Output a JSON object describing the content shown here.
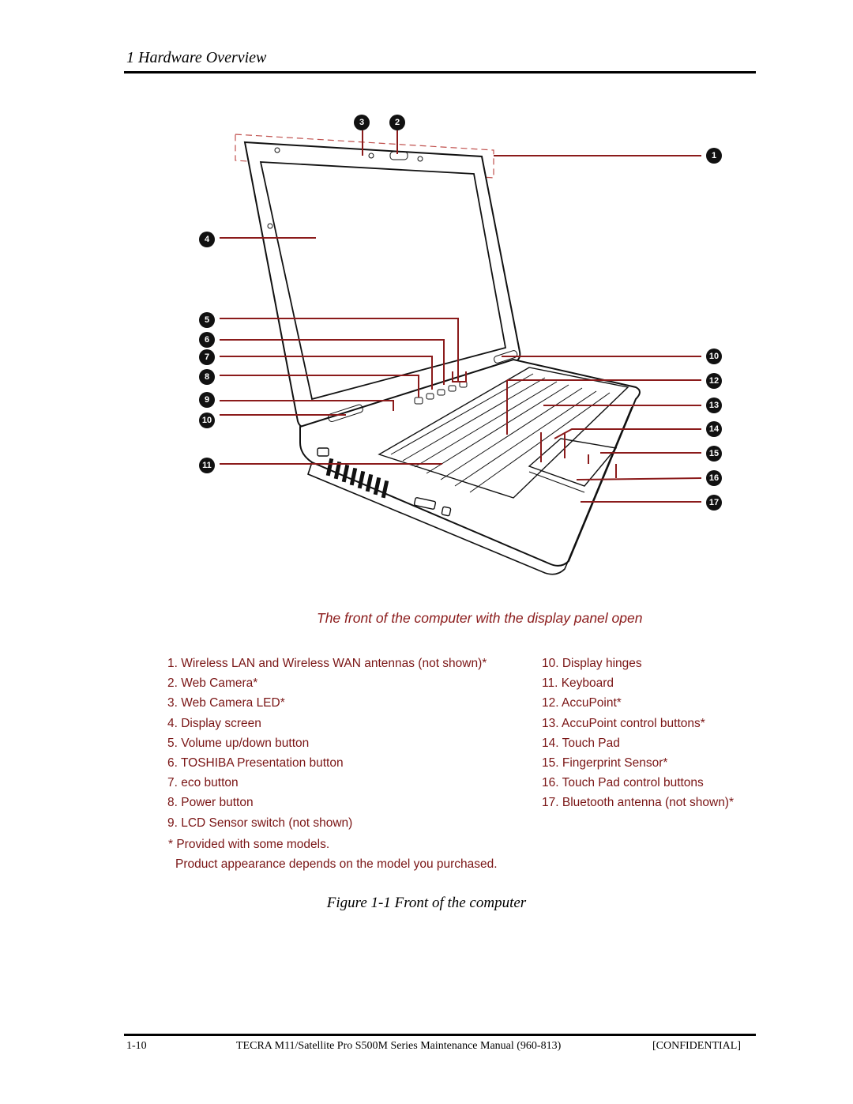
{
  "header": {
    "title": "1 Hardware Overview"
  },
  "figure": {
    "callouts": [
      "3",
      "2",
      "1",
      "4",
      "5",
      "6",
      "7",
      "8",
      "9",
      "10",
      "11",
      "10",
      "12",
      "13",
      "14",
      "15",
      "16",
      "17"
    ],
    "panel_title": "The front of the computer with the display panel open",
    "legend_left": [
      "1. Wireless LAN and Wireless WAN antennas (not shown)*",
      "2. Web Camera*",
      "3. Web Camera LED*",
      "4. Display screen",
      "5. Volume up/down button",
      "6. TOSHIBA Presentation button",
      "7. eco button",
      "8. Power button",
      "9. LCD Sensor switch (not shown)"
    ],
    "legend_right": [
      "10. Display hinges",
      "11. Keyboard",
      "12. AccuPoint*",
      "13. AccuPoint control buttons*",
      "14. Touch Pad",
      "15. Fingerprint Sensor*",
      "16. Touch Pad control buttons",
      "17. Bluetooth antenna (not shown)*"
    ],
    "note_1": "* Provided with some models.",
    "note_2": "Product appearance depends on the model you purchased.",
    "caption": "Figure 1-1  Front of the computer"
  },
  "footer": {
    "page": "1-10",
    "title": "TECRA M11/Satellite Pro S500M Series Maintenance Manual (960-813)",
    "confidential": "[CONFIDENTIAL]"
  }
}
